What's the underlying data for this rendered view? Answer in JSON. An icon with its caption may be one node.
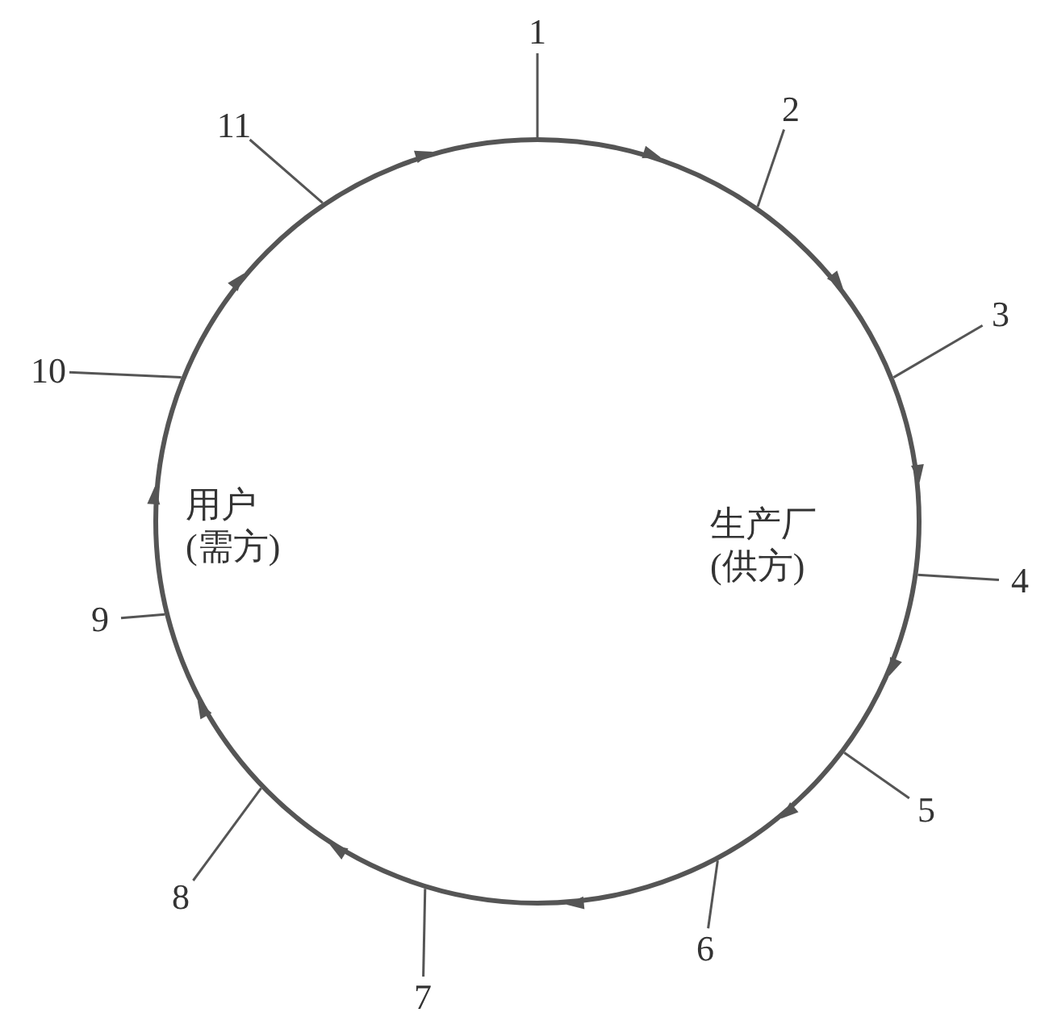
{
  "diagram": {
    "nodes": [
      {
        "text": [
          "用户 (需方)",
          "生产厂 (供方)"
        ]
      },
      {
        "text": [
          "1"
        ]
      },
      {
        "text": [
          "2"
        ]
      },
      {
        "text": [
          "3"
        ]
      },
      {
        "text": [
          "4"
        ]
      },
      {
        "text": [
          "5"
        ]
      },
      {
        "text": [
          "6"
        ]
      },
      {
        "text": [
          "7"
        ]
      },
      {
        "text": [
          "8"
        ]
      },
      {
        "text": [
          "9"
        ]
      },
      {
        "text": [
          "10"
        ]
      },
      {
        "text": [
          "11"
        ]
      }
    ],
    "edges": [
      {
        "from": 1,
        "to": 0,
        "arrow": "none"
      },
      {
        "from": 2,
        "to": 0,
        "arrow": "none"
      },
      {
        "from": 3,
        "to": 0,
        "arrow": "none"
      },
      {
        "from": 4,
        "to": 0,
        "arrow": "none"
      },
      {
        "from": 5,
        "to": 0,
        "arrow": "none"
      },
      {
        "from": 6,
        "to": 0,
        "arrow": "none"
      },
      {
        "from": 7,
        "to": 0,
        "arrow": "none"
      },
      {
        "from": 8,
        "to": 0,
        "arrow": "none"
      },
      {
        "from": 9,
        "to": 0,
        "arrow": "none"
      },
      {
        "from": 10,
        "to": 0,
        "arrow": "none"
      },
      {
        "from": 11,
        "to": 0,
        "arrow": "none"
      }
    ]
  }
}
